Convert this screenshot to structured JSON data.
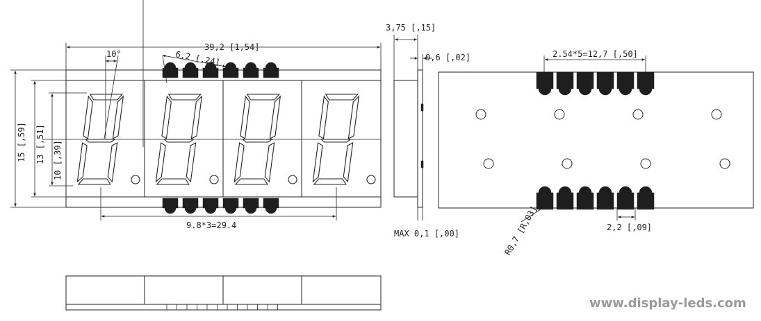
{
  "dimensions": {
    "overall_width": "39,2 [1,54]",
    "overall_height": "15 [,59]",
    "display_height": "13 [,51]",
    "digit_height": "10 [,39]",
    "slant_angle": "10°",
    "segment_spacing": "6,2 [,24]",
    "digit_pitch": "9.8*3=29.4",
    "side_depth": "3,75 [,15]",
    "lead_thickness": "0,6 [,02]",
    "max_clearance": "MAX 0,1 [,00]",
    "pin_pitch": "2.54*5=12,7 [,50]",
    "pad_width": "2,2 [,09]",
    "pad_radius": "R0,7 [R,03]"
  },
  "watermark": "www.display-leds.com"
}
